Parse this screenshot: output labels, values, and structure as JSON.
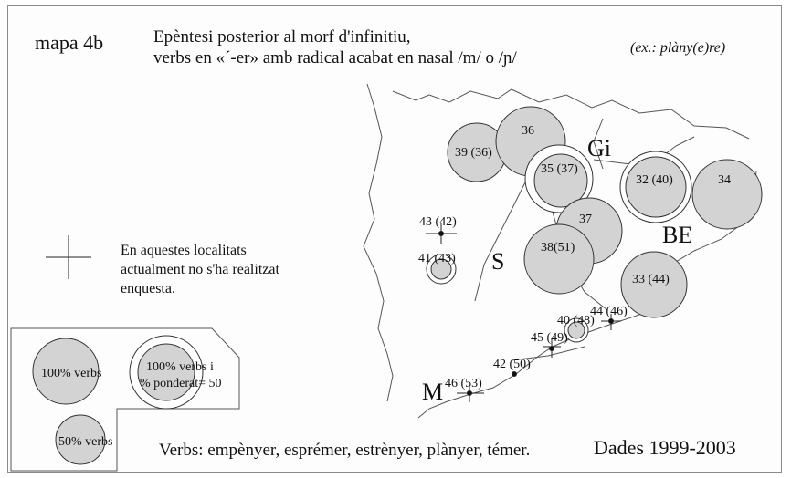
{
  "map_title": "mapa 4b",
  "subtitle_line1": "Epèntesi posterior al morf d'infinitiu,",
  "subtitle_line2": "verbs en «´-er» amb radical acabat en nasal /m/ o /ɲ/",
  "example": "(ex.: plàny(e)re)",
  "regions": [
    "Gi",
    "BE",
    "S",
    "M"
  ],
  "locality_labels": {
    "l39": "39 (36)",
    "l36": "36",
    "l35": "35 (37)",
    "l32": "32 (40)",
    "l34": "34",
    "l37": "37",
    "l38": "38(51)",
    "l33": "33 (44)",
    "l43": "43 (42)",
    "l41": "41 (43)",
    "l40": "40 (48)",
    "l44": "44 (46)",
    "l45": "45 (49)",
    "l42": "42 (50)",
    "l46": "46 (53)"
  },
  "legend": {
    "cross_text": "En aquestes localitats actualment no s'ha realitzat enquesta.",
    "full": "100% verbs",
    "ponderat_line1": "100% verbs  i",
    "ponderat_line2": "% ponderat= 50",
    "half": "50% verbs"
  },
  "verbs_line": "Verbs: empènyer, esprémer, estrènyer, plànyer, témer.",
  "years": "Dades 1999-2003",
  "colors": {
    "circle_fill": "#d3d3d3",
    "stroke": "#333333"
  }
}
